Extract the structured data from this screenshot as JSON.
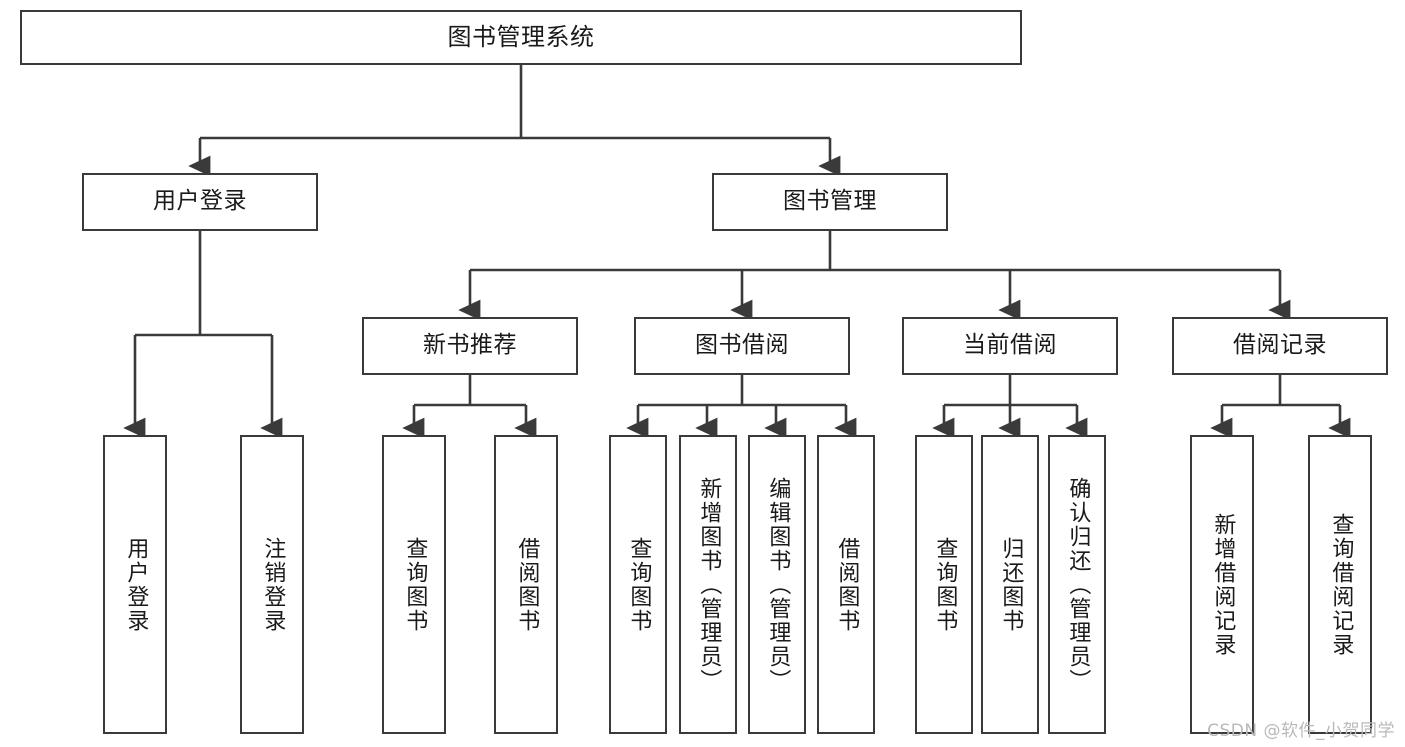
{
  "diagram": {
    "title": "图书管理系统",
    "type": "hierarchy-tree",
    "watermark": "CSDN @软件_小贺同学",
    "colors": {
      "stroke": "#3a3a3a",
      "fill": "#ffffff",
      "text": "#1a1a1a",
      "watermark": "#b9b9b9"
    },
    "levels": [
      {
        "level": 0,
        "nodes": [
          {
            "id": "root",
            "label": "图书管理系统"
          }
        ]
      },
      {
        "level": 1,
        "nodes": [
          {
            "id": "user-login",
            "label": "用户登录"
          },
          {
            "id": "book-management",
            "label": "图书管理"
          }
        ]
      },
      {
        "level": 2,
        "nodes": [
          {
            "id": "new-book-recommend",
            "label": "新书推荐"
          },
          {
            "id": "book-borrow",
            "label": "图书借阅"
          },
          {
            "id": "current-borrow",
            "label": "当前借阅"
          },
          {
            "id": "borrow-record",
            "label": "借阅记录"
          }
        ]
      },
      {
        "level": 3,
        "nodes": [
          {
            "id": "leaf-user-login",
            "label": "用户登录",
            "parent": "user-login"
          },
          {
            "id": "leaf-logout-login",
            "label": "注销登录",
            "parent": "user-login"
          },
          {
            "id": "leaf-query-book-1",
            "label": "查询图书",
            "parent": "new-book-recommend"
          },
          {
            "id": "leaf-borrow-book-1",
            "label": "借阅图书",
            "parent": "new-book-recommend"
          },
          {
            "id": "leaf-query-book-2",
            "label": "查询图书",
            "parent": "book-borrow"
          },
          {
            "id": "leaf-add-book",
            "label": "新增图书（管理员）",
            "parent": "book-borrow"
          },
          {
            "id": "leaf-edit-book",
            "label": "编辑图书（管理员）",
            "parent": "book-borrow"
          },
          {
            "id": "leaf-borrow-book-2",
            "label": "借阅图书",
            "parent": "book-borrow"
          },
          {
            "id": "leaf-query-book-3",
            "label": "查询图书",
            "parent": "current-borrow"
          },
          {
            "id": "leaf-return-book",
            "label": "归还图书",
            "parent": "current-borrow"
          },
          {
            "id": "leaf-confirm-return",
            "label": "确认归还（管理员）",
            "parent": "current-borrow"
          },
          {
            "id": "leaf-add-record",
            "label": "新增借阅记录",
            "parent": "borrow-record"
          },
          {
            "id": "leaf-query-record",
            "label": "查询借阅记录",
            "parent": "borrow-record"
          }
        ]
      }
    ]
  }
}
